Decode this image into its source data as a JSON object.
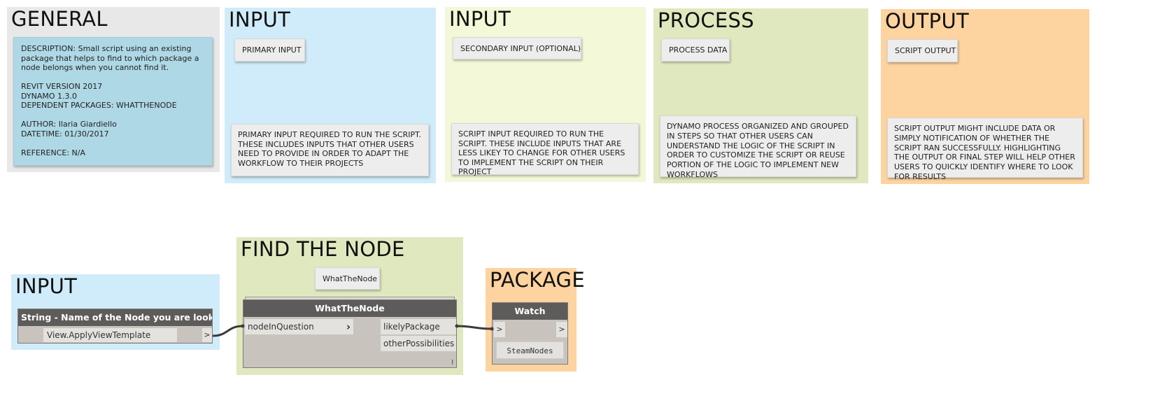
{
  "groups": {
    "general": {
      "title": "GENERAL",
      "note": "DESCRIPTION: Small script using an existing package that helps to find to which package a node belongs when you cannot find it.\n\nREVIT VERSION 2017\nDYNAMO 1.3.0\nDEPENDENT PACKAGES: WHATTHENODE\n\nAUTHOR: Ilaria Giardiello\nDATETIME: 01/30/2017\n\nREFERENCE: N/A",
      "color": "#e8e8e8"
    },
    "input_primary": {
      "title": "INPUT",
      "label": "PRIMARY INPUT",
      "note": "PRIMARY INPUT REQUIRED TO RUN THE SCRIPT. THESE INCLUDES INPUTS THAT OTHER USERS NEED TO PROVIDE IN ORDER TO ADAPT THE WORKFLOW TO THEIR PROJECTS",
      "color": "#d0ecfa"
    },
    "input_secondary": {
      "title": "INPUT",
      "label": "SECONDARY INPUT (OPTIONAL)",
      "note": "SCRIPT INPUT REQUIRED TO RUN THE SCRIPT. THESE INCLUDE INPUTS THAT ARE LESS LIKEY TO CHANGE FOR OTHER USERS TO IMPLEMENT THE SCRIPT ON THEIR PROJECT",
      "color": "#f2f8d8"
    },
    "process": {
      "title": "PROCESS",
      "label": "PROCESS DATA",
      "note": "DYNAMO PROCESS ORGANIZED AND GROUPED IN STEPS SO THAT OTHER USERS CAN UNDERSTAND THE LOGIC OF THE SCRIPT IN ORDER TO CUSTOMIZE THE SCRIPT OR REUSE PORTION OF THE LOGIC TO IMPLEMENT NEW WORKFLOWS",
      "color": "#e0e8bf"
    },
    "output": {
      "title": "OUTPUT",
      "label": "SCRIPT OUTPUT",
      "note": "SCRIPT OUTPUT MIGHT INCLUDE DATA OR SIMPLY NOTIFICATION OF WHETHER THE SCRIPT RAN SUCCESSFULLY. HIGHLIGHTING THE OUTPUT OR FINAL STEP WILL HELP OTHER USERS TO QUICKLY IDENTIFY WHERE TO LOOK FOR RESULTS",
      "color": "#fdd3a0"
    },
    "input_bottom": {
      "title": "INPUT",
      "color": "#d0ecfa"
    },
    "find_node": {
      "title": "FIND THE NODE",
      "label": "WhatTheNode",
      "color": "#e0e8bf"
    },
    "package": {
      "title": "PACKAGE",
      "color": "#fdd3a0"
    }
  },
  "nodes": {
    "string_input": {
      "header": "String - Name of the Node you are looking for",
      "value": "View.ApplyViewTemplate",
      "out_port": ">"
    },
    "whatthenode": {
      "header": "WhatTheNode",
      "input_port": "nodeInQuestion",
      "input_arrow": "›",
      "output_port_1": "likelyPackage",
      "output_port_2": "otherPossibilities",
      "corner_mark": "l"
    },
    "watch": {
      "header": "Watch",
      "in_port": ">",
      "out_port": ">",
      "value": "SteamNodes"
    }
  }
}
